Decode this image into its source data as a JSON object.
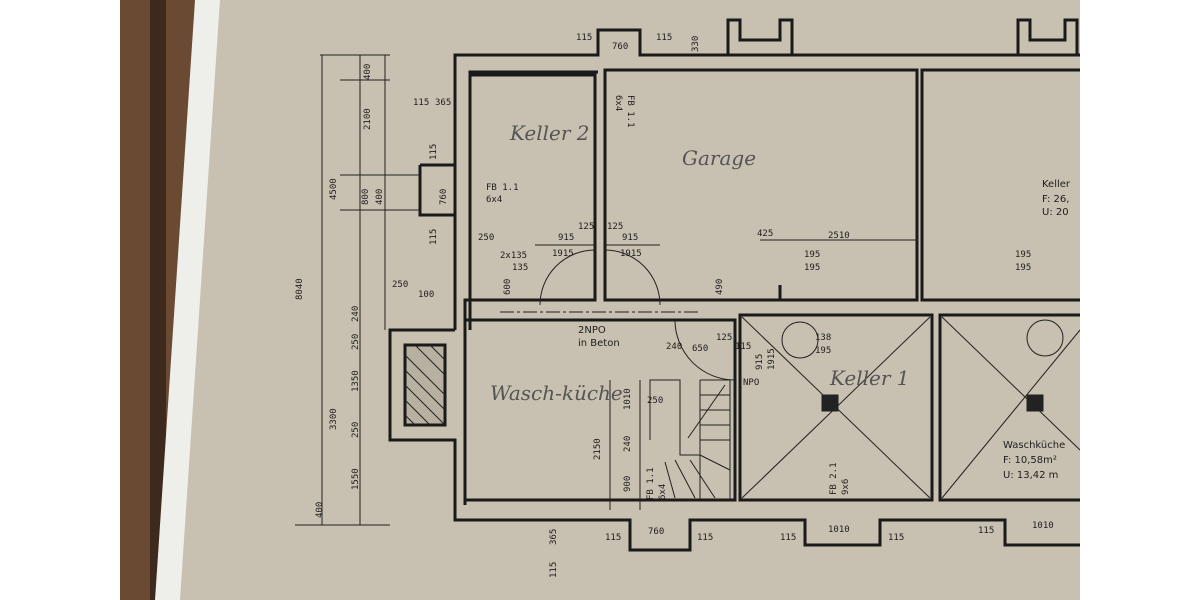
{
  "photo": {
    "wood_color": "#6b4a33",
    "paper_color": "#c8c0b0",
    "ink_color": "#1a1a1a"
  },
  "rooms": {
    "keller2": "Keller 2",
    "garage": "Garage",
    "waschkueche_hand": "Wasch-küche",
    "keller1": "Keller 1",
    "keller_right": "Keller",
    "keller_right_f": "F: 26,",
    "keller_right_u": "U: 20",
    "waschkueche": "Waschküche",
    "waschkueche_f": "F: 10,58m²",
    "waschkueche_u": "U: 13,42 m"
  },
  "labels": {
    "fb11": "FB 1.1",
    "fb11_size": "6x4",
    "fb11_top": "FB 1.1",
    "fb11_top_size": "6x4",
    "npo": "2NPO",
    "in_beton": "in Beton",
    "fb11_bottom": "FB 1.1",
    "fb11_bottom_size": "6x4",
    "fb21": "FB 2.1",
    "fb21_size": "9x6",
    "np": "NPO"
  },
  "dimensions": {
    "total": "8040",
    "d4500": "4500",
    "d3300": "3300",
    "d400a": "400",
    "d2100": "2100",
    "d800": "800",
    "d400b": "400",
    "d240": "240",
    "d250": "250",
    "d1350": "1350",
    "d250b": "250",
    "d1550": "1550",
    "d400c": "400",
    "d115a": "115",
    "d365": "365",
    "d115b": "115",
    "d760": "760",
    "d115c": "115",
    "d250c": "250",
    "d100": "100",
    "d250d": "250",
    "d2x135": "2x135",
    "d135": "135",
    "d600": "600",
    "d125a": "125",
    "d125b": "125",
    "d915a": "915",
    "d915b": "915",
    "d1915a": "1915",
    "d1915b": "1915",
    "top115a": "115",
    "top760": "760",
    "top115b": "115",
    "top330": "330",
    "d425": "425",
    "d2510": "2510",
    "d195a": "195",
    "d195b": "195",
    "d195c": "195",
    "d195d": "195",
    "d490": "490",
    "d138": "138",
    "d195e": "195",
    "d240b": "240",
    "d650": "650",
    "d125c": "125",
    "d115d": "115",
    "d915c": "915",
    "d1915c": "1915",
    "d2150": "2150",
    "d1010": "1010",
    "d240c": "240",
    "d900": "900",
    "d250e": "250",
    "b365": "365",
    "b115": "115",
    "b115a": "115",
    "b760": "760",
    "b115b": "115",
    "b115c": "115",
    "b1010a": "1010",
    "b115d": "115",
    "b115e": "115",
    "b1010b": "1010"
  }
}
